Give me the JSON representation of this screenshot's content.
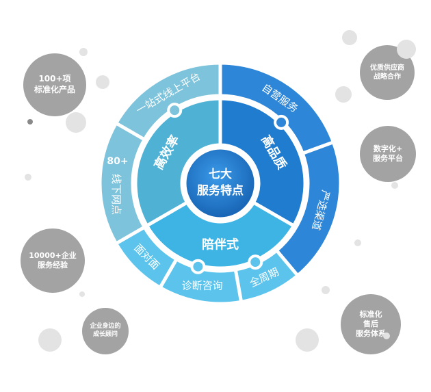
{
  "center": {
    "line1": "七大",
    "line2": "服务特点"
  },
  "segments": {
    "inner": [
      "高效率",
      "高品质",
      "陪伴式"
    ],
    "outer": [
      "一站式线上平台",
      "自营服务",
      "严选渠道",
      "全周期",
      "诊断咨询",
      "面对面",
      "80+线下网点"
    ],
    "outer_parts": {
      "eighty": "80+",
      "network": "线下网点"
    }
  },
  "satellites": [
    {
      "id": "a",
      "text": "100+项\n标准化产品"
    },
    {
      "id": "b",
      "text": "优质供应商\n战略合作"
    },
    {
      "id": "c",
      "text": "数字化+\n服务平台"
    },
    {
      "id": "d",
      "text": "10000+企业\n服务经验"
    },
    {
      "id": "e",
      "text": "企业身边的\n成长顾问"
    },
    {
      "id": "f",
      "text": "标准化\n售后\n服务体系"
    }
  ],
  "colors": {
    "teal_inner": "#4fb2d4",
    "teal_outer": "#7dc3db",
    "blue_inner": "#1f7ccf",
    "blue_outer": "#2d86d8",
    "cyan_inner": "#3db4e4",
    "cyan_outer": "#5cc4ec",
    "core": "#1e6fc4",
    "satellite": "#a3a3a3",
    "dot": "#e3e3e3"
  }
}
